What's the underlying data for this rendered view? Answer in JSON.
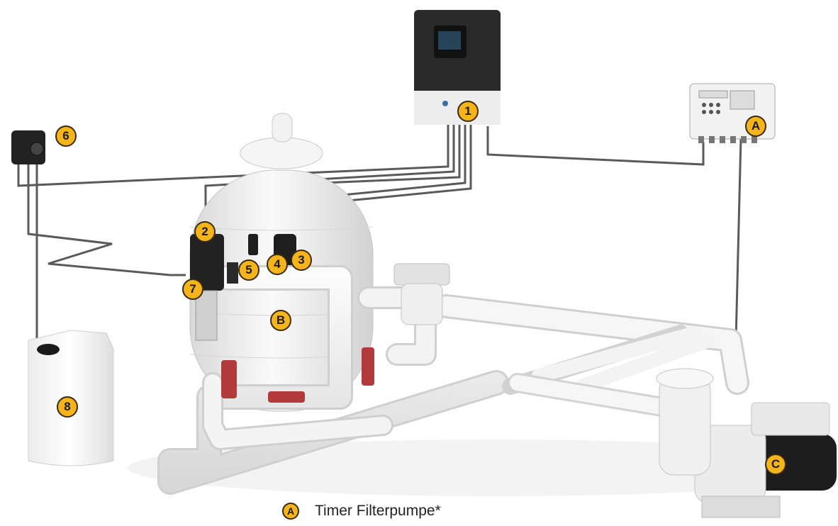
{
  "markers": {
    "m1": "1",
    "m2": "2",
    "m3": "3",
    "m4": "4",
    "m5": "5",
    "m6": "6",
    "m7": "7",
    "m8": "8",
    "mA": "A",
    "mB": "B",
    "mC": "C"
  },
  "legend": {
    "marker": "A",
    "text": "Timer Filterpumpe*"
  },
  "colors": {
    "marker_fill": "#f4b41a",
    "controller_dark": "#2a2a2a",
    "pipe": "#eeeeee",
    "valve_handle": "#b23a3a"
  }
}
